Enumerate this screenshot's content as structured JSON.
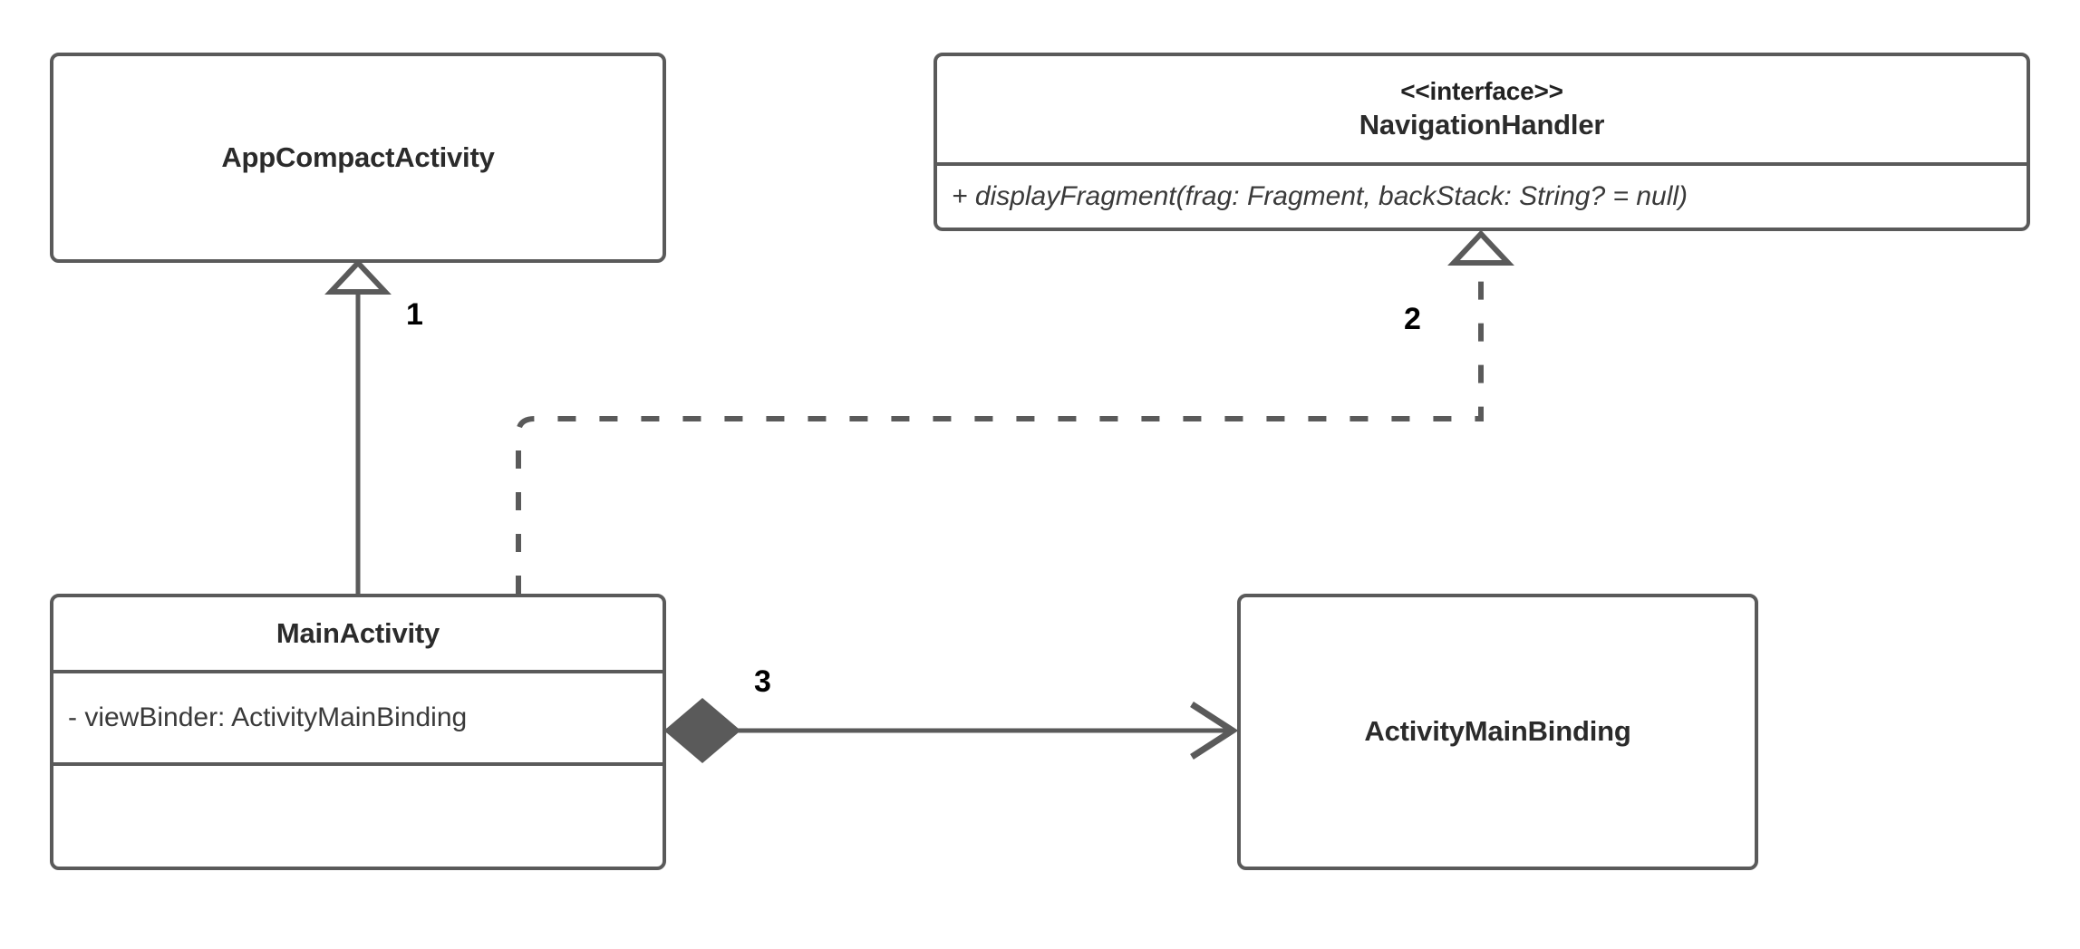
{
  "diagram": {
    "title": "UML class diagram",
    "type": "uml-class-diagram",
    "background_color": "#ffffff",
    "line_color": "#5a5a5a",
    "text_color": "#2b2b2b",
    "label_color": "#000000"
  },
  "classes": [
    {
      "id": "app-compact-activity",
      "name": "AppCompactActivity",
      "stereotype": "",
      "attributes": [],
      "methods": [],
      "compartments": 1
    },
    {
      "id": "navigation-handler",
      "name": "NavigationHandler",
      "stereotype": "<<interface>>",
      "attributes": [],
      "methods": [
        "+ displayFragment(frag: Fragment, backStack: String? = null)"
      ],
      "compartments": 2
    },
    {
      "id": "main-activity",
      "name": "MainActivity",
      "stereotype": "",
      "attributes": [
        "- viewBinder: ActivityMainBinding"
      ],
      "methods": [],
      "compartments": 3
    },
    {
      "id": "activity-main-binding",
      "name": "ActivityMainBinding",
      "stereotype": "",
      "attributes": [],
      "methods": [],
      "compartments": 1
    }
  ],
  "relations": [
    {
      "id": "generalization-1",
      "label": "1",
      "kind": "generalization",
      "line_style": "solid",
      "source_head": "none",
      "target_head": "hollow-triangle",
      "from": "MainActivity",
      "to": "AppCompactActivity"
    },
    {
      "id": "realization-2",
      "label": "2",
      "kind": "realization",
      "line_style": "dashed",
      "source_head": "none",
      "target_head": "hollow-triangle",
      "from": "MainActivity",
      "to": "NavigationHandler"
    },
    {
      "id": "composition-3",
      "label": "3",
      "kind": "composition",
      "line_style": "solid",
      "source_head": "filled-diamond",
      "target_head": "open-arrow",
      "from": "MainActivity",
      "to": "ActivityMainBinding"
    }
  ]
}
